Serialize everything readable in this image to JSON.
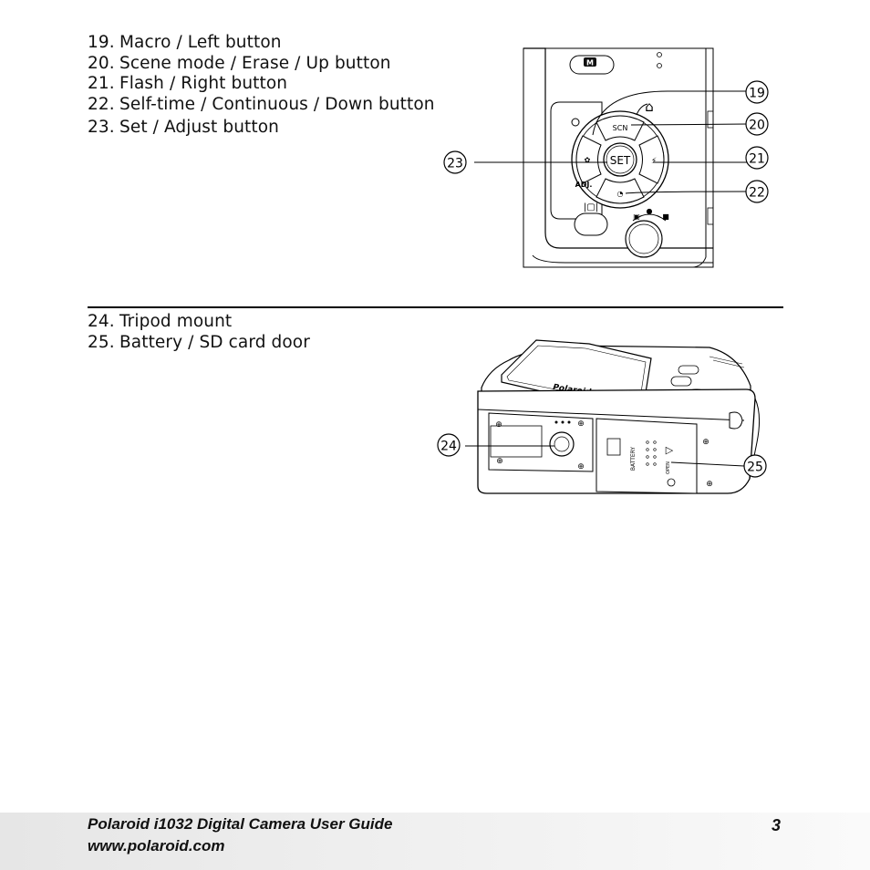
{
  "controls_list": [
    {
      "num": "19.",
      "label": "Macro / Left button"
    },
    {
      "num": "20.",
      "label": "Scene mode / Erase / Up button"
    },
    {
      "num": "21.",
      "label": "Flash / Right button"
    },
    {
      "num": "22.",
      "label": "Self-time / Continuous / Down button"
    },
    {
      "num": "23.",
      "label": "Set / Adjust button"
    }
  ],
  "bottom_list": [
    {
      "num": "24.",
      "label": "Tripod mount"
    },
    {
      "num": "25.",
      "label": "Battery / SD card door"
    }
  ],
  "figure_top": {
    "callouts": [
      "19",
      "20",
      "21",
      "22",
      "23"
    ],
    "buttons": {
      "mode": "M",
      "up": "SCN",
      "center": "SET",
      "adjust": "ADJ."
    }
  },
  "figure_bottom": {
    "callouts": [
      "24",
      "25"
    ],
    "door_labels": {
      "battery": "BATTERY",
      "open": "OPEN"
    },
    "brand": "Polaroid"
  },
  "footer": {
    "title": "Polaroid i1032 Digital Camera User Guide",
    "url": "www.polaroid.com",
    "page_number": "3"
  }
}
